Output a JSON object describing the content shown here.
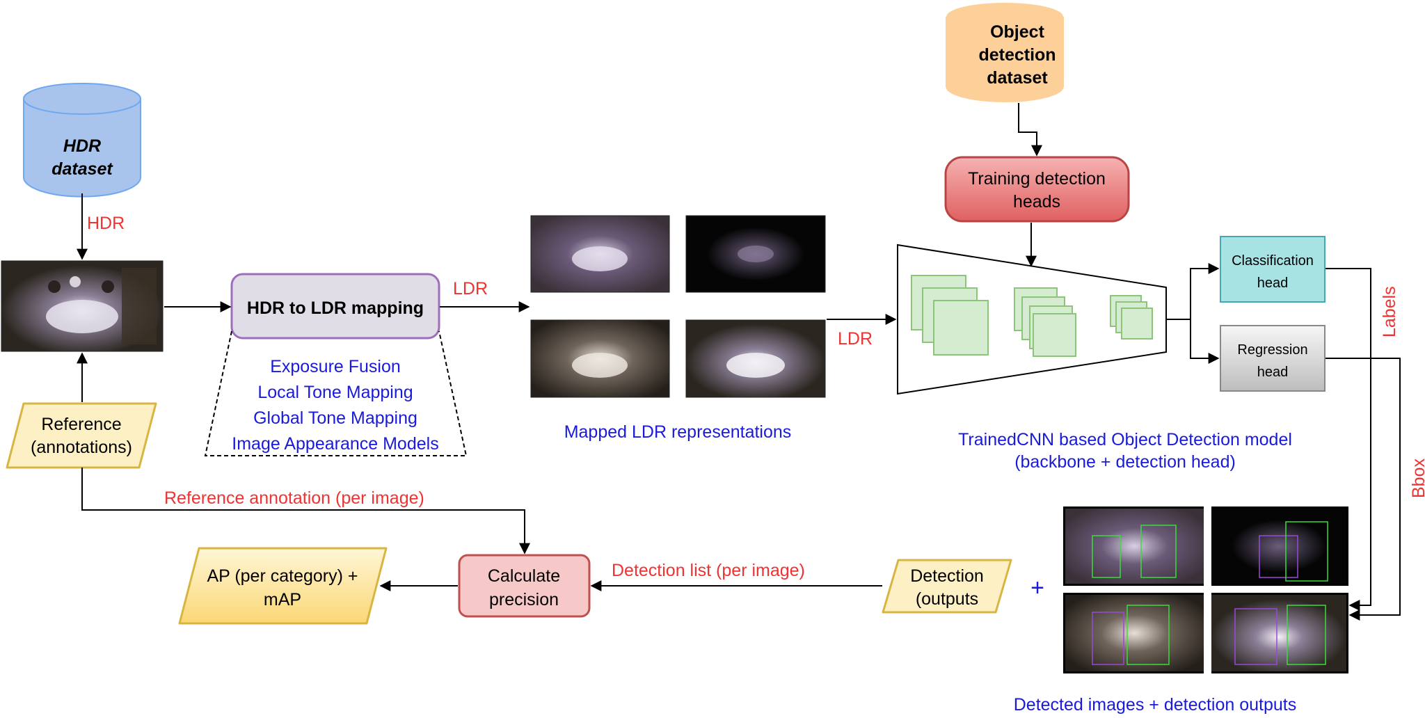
{
  "colors": {
    "red_label": "#ee3333",
    "blue_label": "#1a1adb",
    "hdr_fill": "#a9c4ec",
    "hdr_stroke": "#6fa8f0",
    "object_fill": "#fdd09a",
    "training_fill": "#ec7e7e",
    "training_stroke": "#b84444",
    "mapping_fill": "#e1dde6",
    "mapping_stroke": "#9d6fba",
    "classification_fill": "#a8e3e3",
    "classification_stroke": "#44a8b4",
    "regression_fill": "#d7d7d7",
    "parallelogram_fill": "#fdf0c4",
    "parallelogram_stroke": "#d8b440",
    "ap_fill": "#fde5a0",
    "precision_fill": "#f6c8c8",
    "feature_fill": "#d5ecd0",
    "feature_stroke": "#8cc47c"
  },
  "nodes": {
    "hdr_dataset": [
      "HDR",
      "dataset"
    ],
    "object_dataset": [
      "Object",
      "detection",
      "dataset"
    ],
    "training_heads": [
      "Training detection",
      "heads"
    ],
    "hdr_to_ldr": "HDR to LDR mapping",
    "mapping_methods": [
      "Exposure Fusion",
      "Local Tone Mapping",
      "Global Tone Mapping",
      "Image Appearance Models"
    ],
    "reference": [
      "Reference",
      "(annotations)"
    ],
    "classification_head": [
      "Classification",
      "head"
    ],
    "regression_head": [
      "Regression",
      "head"
    ],
    "calculate_precision": [
      "Calculate",
      "precision"
    ],
    "ap_output": [
      "AP (per category) +",
      "mAP"
    ],
    "detection_outputs": [
      "Detection",
      "(outputs"
    ],
    "plus_sign": "+"
  },
  "edge_labels": {
    "hdr": "HDR",
    "ldr_mapping": "LDR",
    "ldr_cnn": "LDR",
    "labels": "Labels",
    "bbox": "Bbox",
    "reference_annotation": "Reference annotation (per image)",
    "detection_list": "Detection list (per image)"
  },
  "captions": {
    "mapped_ldr": "Mapped LDR representations",
    "cnn_model": [
      "TrainedCNN based Object Detection model",
      "(backbone + detection head)"
    ],
    "detected_images": "Detected images + detection outputs"
  }
}
